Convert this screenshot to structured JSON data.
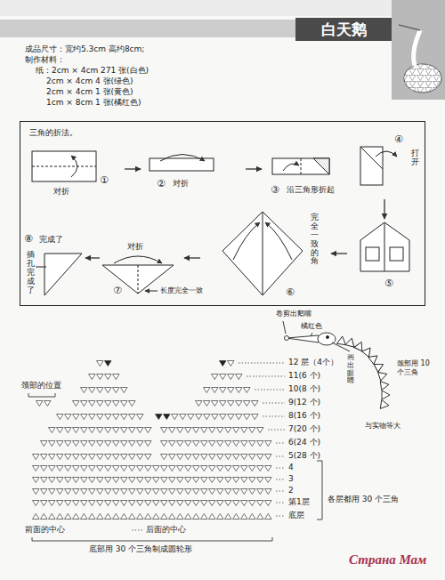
{
  "diagram": {
    "title": "白天鹅",
    "nodes": [
      {
        "text": [
          "三角的折法。"
        ]
      }
    ],
    "labels": [
      "成品尺寸：宽约5.3cm 高约8cm;",
      "制作材料：",
      "纸：2cm × 4cm 271 张(白色)",
      "2cm × 4cm 4 张(绿色)",
      "2cm × 4cm 1 张(黄色)",
      "1cm × 8cm 1 张(橘红色)",
      "对折",
      "①",
      "②",
      "对折",
      "③",
      "沿三角形折起",
      "④",
      "打开",
      "⑤",
      "完全一致的角",
      "⑥",
      "长度完全一致",
      "⑦",
      "对折",
      "⑧",
      "完成了",
      "插孔完成了",
      "卷剪出鹅嘴",
      "橘红色",
      "颈部用 10 个三角",
      "画出眼睛",
      "与实物等大",
      "颈部的位置",
      "12 层（4个）",
      "11(6 个)",
      "10(8 个)",
      "9(12 个)",
      "8(16 个)",
      "7(20 个)",
      "6(24 个)",
      "5(28 个)",
      "4",
      "3",
      "2",
      "第1层",
      "底层",
      "各层都用 30 个三角",
      "前面的中心",
      "后面的中心",
      "底部用 30 个三角制成圆轮形",
      "Страна Мам"
    ]
  }
}
